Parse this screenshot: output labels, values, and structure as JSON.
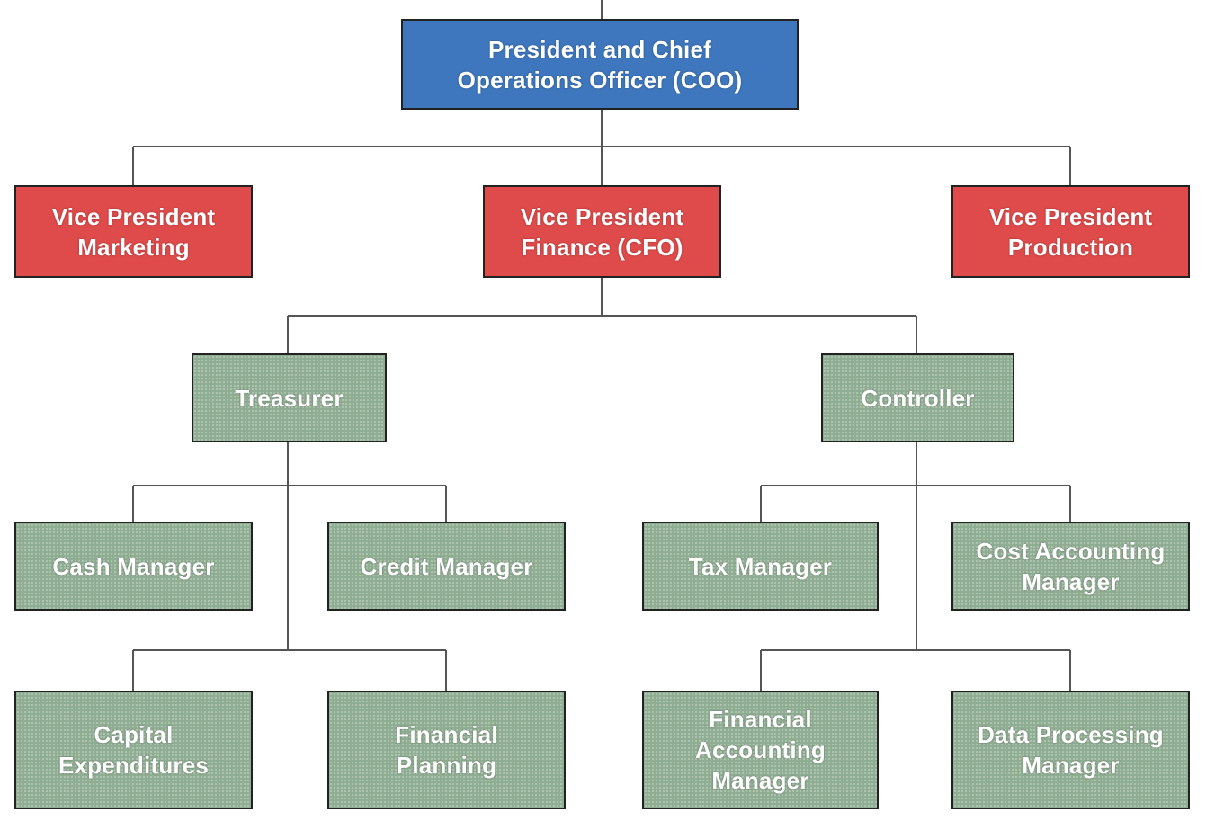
{
  "colors": {
    "executive": "#3e77bd",
    "vice_president": "#df4b4b",
    "staff": "#8fad92",
    "connector": "#555555"
  },
  "nodes": {
    "coo": "President and Chief\nOperations Officer (COO)",
    "vp_marketing": "Vice President\nMarketing",
    "vp_finance": "Vice President\nFinance (CFO)",
    "vp_production": "Vice President\nProduction",
    "treasurer": "Treasurer",
    "controller": "Controller",
    "cash_manager": "Cash Manager",
    "credit_manager": "Credit Manager",
    "tax_manager": "Tax Manager",
    "cost_accounting_manager": "Cost Accounting\nManager",
    "capital_expenditures": "Capital\nExpenditures",
    "financial_planning": "Financial\nPlanning",
    "financial_accounting_manager": "Financial\nAccounting\nManager",
    "data_processing_manager": "Data Processing\nManager"
  }
}
